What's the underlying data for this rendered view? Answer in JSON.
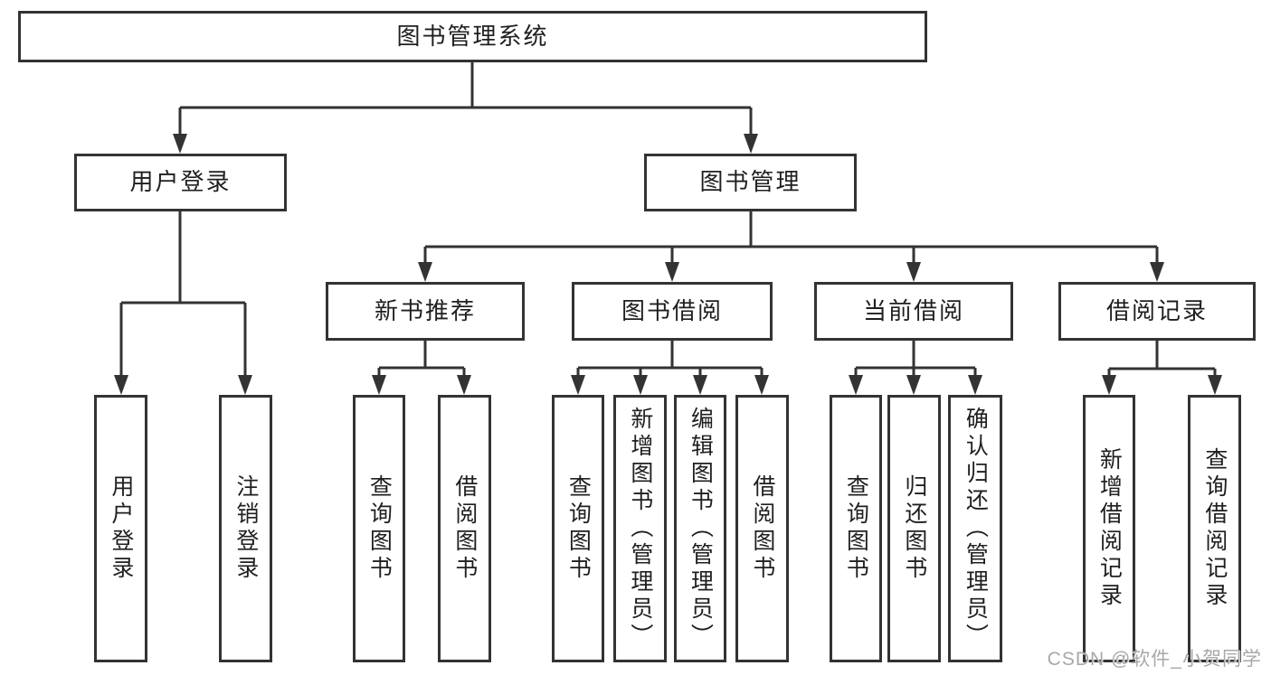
{
  "diagram_title": "图书管理系统",
  "nodes": {
    "root": "图书管理系统",
    "user_login": "用户登录",
    "book_mgmt": "图书管理",
    "new_book_rec": "新书推荐",
    "book_borrow": "图书借阅",
    "current_borrow": "当前借阅",
    "borrow_record": "借阅记录",
    "leaf_user_login": "用户登录",
    "leaf_logout": "注销登录",
    "leaf_rec_query_book": "查询图书",
    "leaf_rec_borrow_book": "借阅图书",
    "leaf_bb_query_book": "查询图书",
    "leaf_bb_add_book": "新增图书（管理员）",
    "leaf_bb_edit_book": "编辑图书（管理员）",
    "leaf_bb_borrow_book": "借阅图书",
    "leaf_cb_query_book": "查询图书",
    "leaf_cb_return_book": "归还图书",
    "leaf_cb_confirm_return": "确认归还（管理员）",
    "leaf_br_add_record": "新增借阅记录",
    "leaf_br_query_record": "查询借阅记录"
  },
  "watermark": {
    "text": "CSDN @软件_小贺同学"
  },
  "colors": {
    "line": "#333333",
    "text": "#1f1f1f",
    "node-bg": "#ffffff",
    "watermark": "#a8a8a8",
    "background": "#ffffff"
  }
}
